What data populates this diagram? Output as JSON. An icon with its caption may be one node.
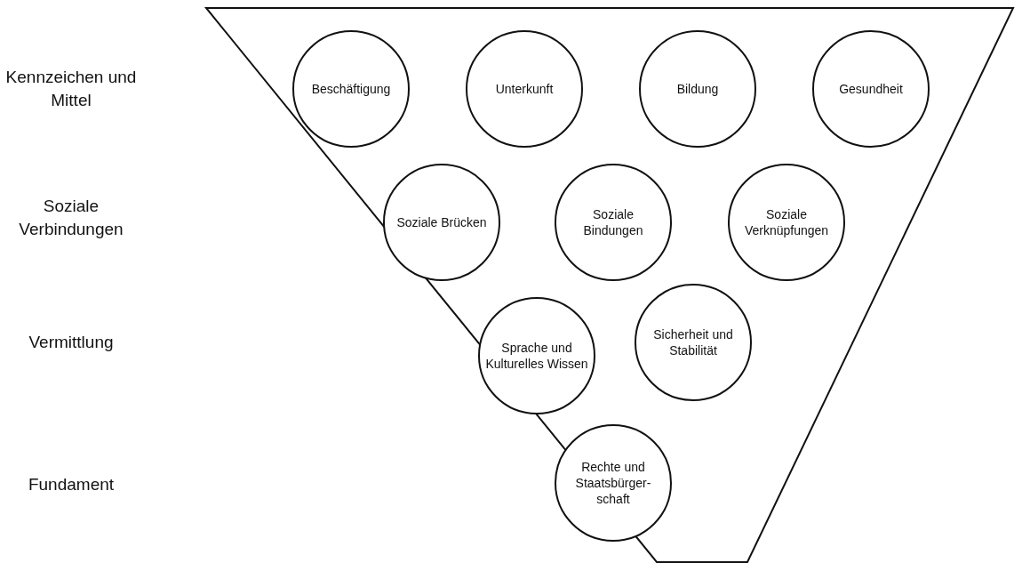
{
  "diagram": {
    "nodes": [
      {
        "text": [
          "Beschäftigung"
        ]
      },
      {
        "text": [
          "Unterkunft"
        ]
      },
      {
        "text": [
          "Bildung"
        ]
      },
      {
        "text": [
          "Gesundheit"
        ]
      },
      {
        "text": [
          "Soziale Brücken"
        ]
      },
      {
        "text": [
          "Soziale Bindungen"
        ]
      },
      {
        "text": [
          "Soziale Verknüpfungen"
        ]
      },
      {
        "text": [
          "Sprache und Kulturelles Wissen"
        ]
      },
      {
        "text": [
          "Sicherheit und Stabilität"
        ]
      },
      {
        "text": [
          "Rechte und Staatsbürger-schaft"
        ]
      }
    ],
    "edges": [],
    "labels": [
      "Kennzeichen und Mittel",
      "Soziale Verbindungen",
      "Vermittlung",
      "Fundament"
    ]
  }
}
